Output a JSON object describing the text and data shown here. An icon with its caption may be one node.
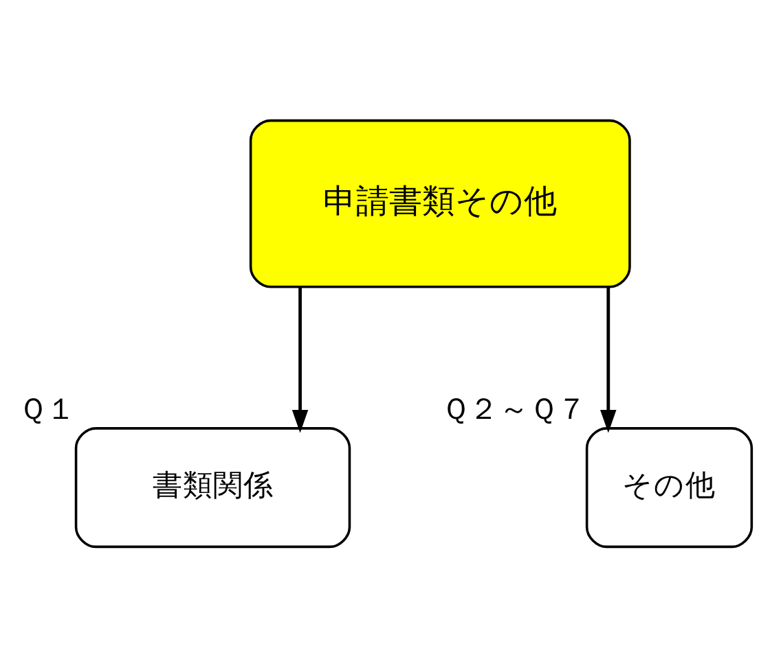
{
  "diagram": {
    "nodes": [
      {
        "text": [
          "申請書類その他"
        ]
      },
      {
        "text": [
          "書類関係"
        ],
        "beside": [
          "Ｑ１"
        ]
      },
      {
        "text": [
          "その他"
        ],
        "beside": [
          "Ｑ２～Ｑ７"
        ]
      }
    ],
    "edges": [
      {
        "from": 0,
        "to": 1,
        "arrow": "to"
      },
      {
        "from": 0,
        "to": 2,
        "arrow": "to"
      }
    ]
  }
}
